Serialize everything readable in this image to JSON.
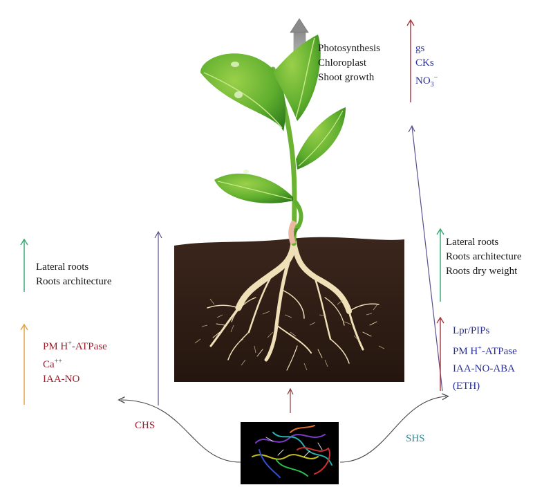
{
  "top_effects": [
    "Photosynthesis",
    "Chloroplast",
    "Shoot growth"
  ],
  "top_markers": {
    "gs": "gs",
    "cks": "CKs",
    "no3_base": "NO",
    "no3_sub": "3",
    "no3_sup": "−"
  },
  "left_effects": [
    "Lateral roots",
    "Roots architecture"
  ],
  "left_markers": {
    "pm_prefix": "PM H",
    "pm_sup": "+",
    "pm_suffix": "-ATPase",
    "ca_base": "Ca",
    "ca_sup": "++",
    "iaa": "IAA-NO"
  },
  "right_effects": [
    "Lateral roots",
    "Roots architecture",
    "Roots dry weight"
  ],
  "right_markers": {
    "lpr": "Lpr/PIPs",
    "pm_prefix": "PM H",
    "pm_sup": "+",
    "pm_suffix": "-ATPase",
    "iaa": "IAA-NO-ABA",
    "eth": "(ETH)"
  },
  "source_labels": {
    "left": "CHS",
    "right": "SHS"
  },
  "colors": {
    "up_green": "#2fa872",
    "up_orange": "#e0a040",
    "up_red": "#a8323d",
    "up_purple": "#5a4f8e",
    "soil": "#2c1b14",
    "leaf": "#5fae2e",
    "root": "#efe0b8"
  }
}
